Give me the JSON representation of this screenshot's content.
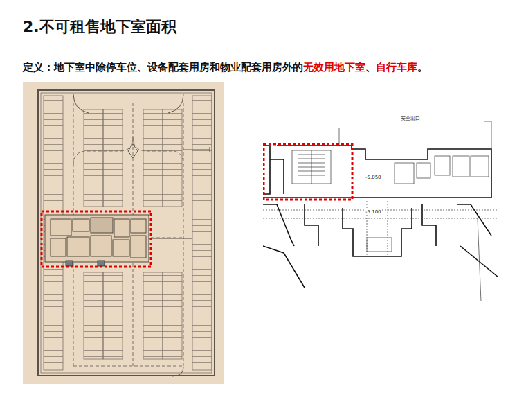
{
  "diagram": {
    "title": "2.不可租售地下室面积",
    "labels": [
      "定义：地下室中除停车位、设备配套用房和物业配套用房外的",
      "无效用地下室",
      "、",
      "自行车库",
      "。",
      "安全出口",
      "-5.050",
      "-5.100"
    ]
  }
}
